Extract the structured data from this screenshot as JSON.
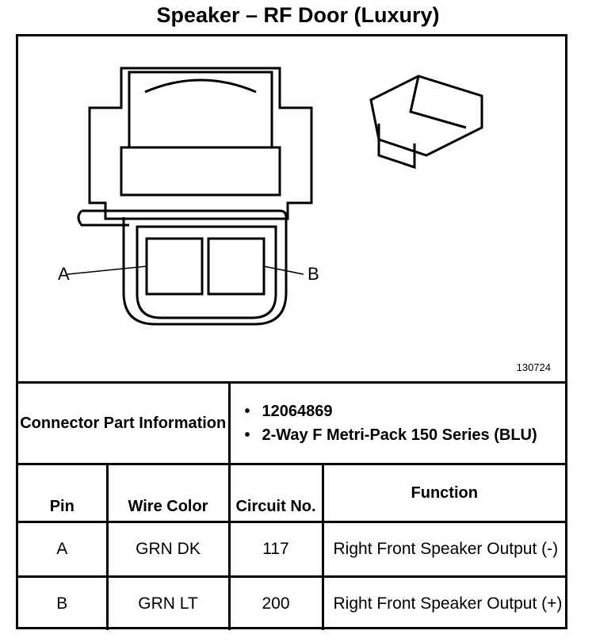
{
  "title": "Speaker – RF Door (Luxury)",
  "figure_number": "130724",
  "diagram": {
    "label_a": "A",
    "label_b": "B"
  },
  "connector_info": {
    "label": "Connector Part Information",
    "items": [
      "12064869",
      "2-Way F Metri-Pack 150 Series (BLU)"
    ]
  },
  "table": {
    "headers": {
      "pin": "Pin",
      "wire_color": "Wire Color",
      "circuit": "Circuit No.",
      "function": "Function"
    },
    "rows": [
      {
        "pin": "A",
        "wire_color": "GRN DK",
        "circuit": "117",
        "function": "Right Front Speaker Output (-)"
      },
      {
        "pin": "B",
        "wire_color": "GRN LT",
        "circuit": "200",
        "function": "Right Front Speaker Output (+)"
      }
    ]
  }
}
